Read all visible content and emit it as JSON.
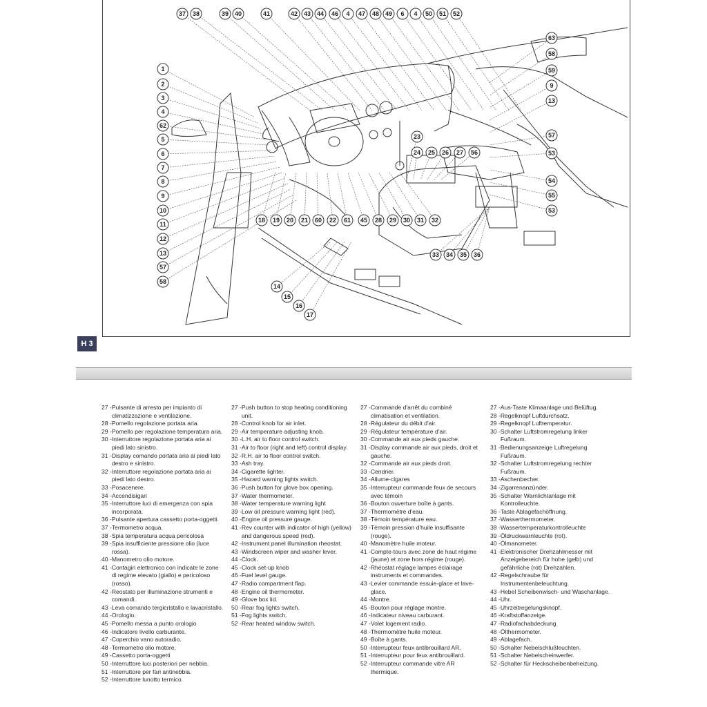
{
  "page_tab": "H 3",
  "callouts_top": [
    "37",
    "38",
    "39",
    "40",
    "41",
    "42",
    "43",
    "44",
    "46",
    "4",
    "47",
    "48",
    "49",
    "6",
    "4",
    "50",
    "51",
    "52"
  ],
  "callouts_left": [
    "1",
    "2",
    "3",
    "4",
    "62",
    "5",
    "6",
    "7",
    "8",
    "9",
    "10",
    "11",
    "12",
    "13",
    "57",
    "58"
  ],
  "callouts_right": [
    "63",
    "58",
    "59",
    "9",
    "13",
    "57",
    "53",
    "54",
    "55",
    "53"
  ],
  "callouts_bottom_row": [
    "18",
    "19",
    "20",
    "21",
    "60",
    "22",
    "61",
    "45",
    "28",
    "29",
    "30",
    "31",
    "32"
  ],
  "callouts_mid": [
    "23",
    "24",
    "25",
    "26",
    "27",
    "56"
  ],
  "callouts_lower": [
    "33",
    "34",
    "35",
    "36"
  ],
  "callouts_bottom": [
    "14",
    "15",
    "16",
    "17"
  ],
  "legend": {
    "it": [
      {
        "n": "27",
        "t": "Pulsante di arresto per impianto di climatizzazione e ventilazione."
      },
      {
        "n": "28",
        "t": "Pomello regolazione portata aria."
      },
      {
        "n": "29",
        "t": "Pomello per regolazione temperatura aria."
      },
      {
        "n": "30",
        "t": "Interruttore regolazione portata aria ai piedi lato sinistro."
      },
      {
        "n": "31",
        "t": "Display comando portata aria ai piedi lato destro e sinistro."
      },
      {
        "n": "32",
        "t": "Interruttore regolazione portata aria ai piedi lato destro."
      },
      {
        "n": "33",
        "t": "Posacenere."
      },
      {
        "n": "34",
        "t": "Accendisigari"
      },
      {
        "n": "35",
        "t": "Interruttore luci di emergenza con spia incorporata."
      },
      {
        "n": "36",
        "t": "Pulsante apertura cassetto porta-oggetti."
      },
      {
        "n": "37",
        "t": "Termometro acqua."
      },
      {
        "n": "38",
        "t": "Spia temperatura acqua pericolosa"
      },
      {
        "n": "39",
        "t": "Spia insufficiente pressione olio (luce rossa)."
      },
      {
        "n": "40",
        "t": "Manometro olio motore."
      },
      {
        "n": "41",
        "t": "Contagiri elettronico con indicate le zone di regime elevato (giallo) e pericoloso (rosso)."
      },
      {
        "n": "42",
        "t": "Reostato per illuminazione strumenti e comandi."
      },
      {
        "n": "43",
        "t": "Leva comando tergicristallo e lavacristallo."
      },
      {
        "n": "44",
        "t": "Orologio."
      },
      {
        "n": "45",
        "t": "Pomello messa a punto orologio"
      },
      {
        "n": "46",
        "t": "Indicatore livello carburante."
      },
      {
        "n": "47",
        "t": "Coperchio vano autoradio."
      },
      {
        "n": "48",
        "t": "Termometro olio motore."
      },
      {
        "n": "49",
        "t": "Cassetto porta-oggetti"
      },
      {
        "n": "50",
        "t": "Interruttore luci posteriori per nebbia."
      },
      {
        "n": "51",
        "t": "Interruttore per fari antinebbia."
      },
      {
        "n": "52",
        "t": "Interruttore lunotto termico."
      }
    ],
    "en": [
      {
        "n": "27",
        "t": "Push button to stop heating conditioning unit."
      },
      {
        "n": "28",
        "t": "Control knob for air inlet."
      },
      {
        "n": "29",
        "t": "Air temperature adjusting knob."
      },
      {
        "n": "30",
        "t": "L.H. air to floor control switch."
      },
      {
        "n": "31",
        "t": "Air to floor (right and left) control display."
      },
      {
        "n": "32",
        "t": "R.H. air to floor control switch."
      },
      {
        "n": "33",
        "t": "Ash tray."
      },
      {
        "n": "34",
        "t": "Cigarette lighter."
      },
      {
        "n": "35",
        "t": "Hazard warning lights switch."
      },
      {
        "n": "36",
        "t": "Push button for glove box opening."
      },
      {
        "n": "37",
        "t": "Water thermometer."
      },
      {
        "n": "38",
        "t": "Water temperature warning light"
      },
      {
        "n": "39",
        "t": "Low oil pressure warning light (red)."
      },
      {
        "n": "40",
        "t": "Engine oil pressure gauge."
      },
      {
        "n": "41",
        "t": "Rev counter with indicator of high (yellow) and dangerous speed (red)."
      },
      {
        "n": "42",
        "t": "Instrument panel illumination rheostat."
      },
      {
        "n": "43",
        "t": "Windscreen wiper and washer lever."
      },
      {
        "n": "44",
        "t": "Clock."
      },
      {
        "n": "45",
        "t": "Clock set-up knob"
      },
      {
        "n": "46",
        "t": "Fuel level gauge."
      },
      {
        "n": "47",
        "t": "Radio compartment flap."
      },
      {
        "n": "48",
        "t": "Engine oil thermometer."
      },
      {
        "n": "49",
        "t": "Glove box lid."
      },
      {
        "n": "50",
        "t": "Rear fog lights switch."
      },
      {
        "n": "51",
        "t": "Fog lights switch."
      },
      {
        "n": "52",
        "t": "Rear heated window switch."
      }
    ],
    "fr": [
      {
        "n": "27",
        "t": "Commande d'arrêt du combiné climatisation et ventilation."
      },
      {
        "n": "28",
        "t": "Régulateur du débit d'air."
      },
      {
        "n": "29",
        "t": "Régulateur température d'air."
      },
      {
        "n": "30",
        "t": "Commande air aux pieds gauche."
      },
      {
        "n": "31",
        "t": "Display commande air aux pieds, droit et gauche."
      },
      {
        "n": "32",
        "t": "Commande air aux pieds droit."
      },
      {
        "n": "33",
        "t": "Cendrier."
      },
      {
        "n": "34",
        "t": "Allume-cigares"
      },
      {
        "n": "35",
        "t": "Interrupteur commande feux de secours avec témoin"
      },
      {
        "n": "36",
        "t": "Bouton ouverture boîte à gants."
      },
      {
        "n": "37",
        "t": "Thermomètre d'eau."
      },
      {
        "n": "38",
        "t": "Témoin température eau."
      },
      {
        "n": "39",
        "t": "Témoin pression d'huile insuffisante (rouge)."
      },
      {
        "n": "40",
        "t": "Manomètre huile moteur."
      },
      {
        "n": "41",
        "t": "Compte-tours avec zone de haut régime (jaune) et zone hors régime (rouge)."
      },
      {
        "n": "42",
        "t": "Rhéostat réglage lampes éclairage instruments et commandes."
      },
      {
        "n": "43",
        "t": "Levier commande essuie-glace et lave-glace."
      },
      {
        "n": "44",
        "t": "Montre."
      },
      {
        "n": "45",
        "t": "Bouton pour réglage montre."
      },
      {
        "n": "46",
        "t": "Indicateur niveau carburant."
      },
      {
        "n": "47",
        "t": "Volet logement radio."
      },
      {
        "n": "48",
        "t": "Thermomètre huile moteur."
      },
      {
        "n": "49",
        "t": "Boîte à gants."
      },
      {
        "n": "50",
        "t": "Interrupteur feux antibrouillard AR."
      },
      {
        "n": "51",
        "t": "Interrupteur pour feux antibrouillard."
      },
      {
        "n": "52",
        "t": "Interrupteur commande vitre AR thermique."
      }
    ],
    "de": [
      {
        "n": "27",
        "t": "Aus-Taste Klimaanlage und Belüftug."
      },
      {
        "n": "28",
        "t": "Regelknopf Luftdurchsatz."
      },
      {
        "n": "29",
        "t": "Regelknopf Lufttemperatur."
      },
      {
        "n": "30",
        "t": "Schalter Luftstromregelung linker Fußraum."
      },
      {
        "n": "31",
        "t": "Bedienungsanzeige Luftregelung Fußraum."
      },
      {
        "n": "32",
        "t": "Schalter Luftstromregelung rechter Fußraum."
      },
      {
        "n": "33",
        "t": "Aschenbecher."
      },
      {
        "n": "34",
        "t": "Zigarrenanzünder."
      },
      {
        "n": "35",
        "t": "Schalter Warnlichtanlage mit Kontrolleuchte."
      },
      {
        "n": "36",
        "t": "Taste Ablagefachöffnung."
      },
      {
        "n": "37",
        "t": "Wasserthermometer."
      },
      {
        "n": "38",
        "t": "Wassertemperaturkontrolleuchte"
      },
      {
        "n": "39",
        "t": "Öldruckwarnleuchte (rot)."
      },
      {
        "n": "40",
        "t": "Ölmanometer."
      },
      {
        "n": "41",
        "t": "Elektronischer Drehzahlmesser mit Anzeigebereich für hohe (gelb) und gefährliche (rot) Drehzahlen."
      },
      {
        "n": "42",
        "t": "Regelschraube für Instrumentenbeleuchtung."
      },
      {
        "n": "43",
        "t": "Hebel Scheibenwisch- und Waschanlage."
      },
      {
        "n": "44",
        "t": "Uhr."
      },
      {
        "n": "45",
        "t": "Uhrzeitregelungsknopf."
      },
      {
        "n": "46",
        "t": "Kraftstoffanzeige."
      },
      {
        "n": "47",
        "t": "Radiofachabdeckung"
      },
      {
        "n": "48",
        "t": "Ölthermometer."
      },
      {
        "n": "49",
        "t": "Ablagefach."
      },
      {
        "n": "50",
        "t": "Schalter Nebelschlußleuchten."
      },
      {
        "n": "51",
        "t": "Schalter Nebelscheinwerfer."
      },
      {
        "n": "52",
        "t": "Schalter für Heckscheibenbeheizung."
      }
    ]
  }
}
